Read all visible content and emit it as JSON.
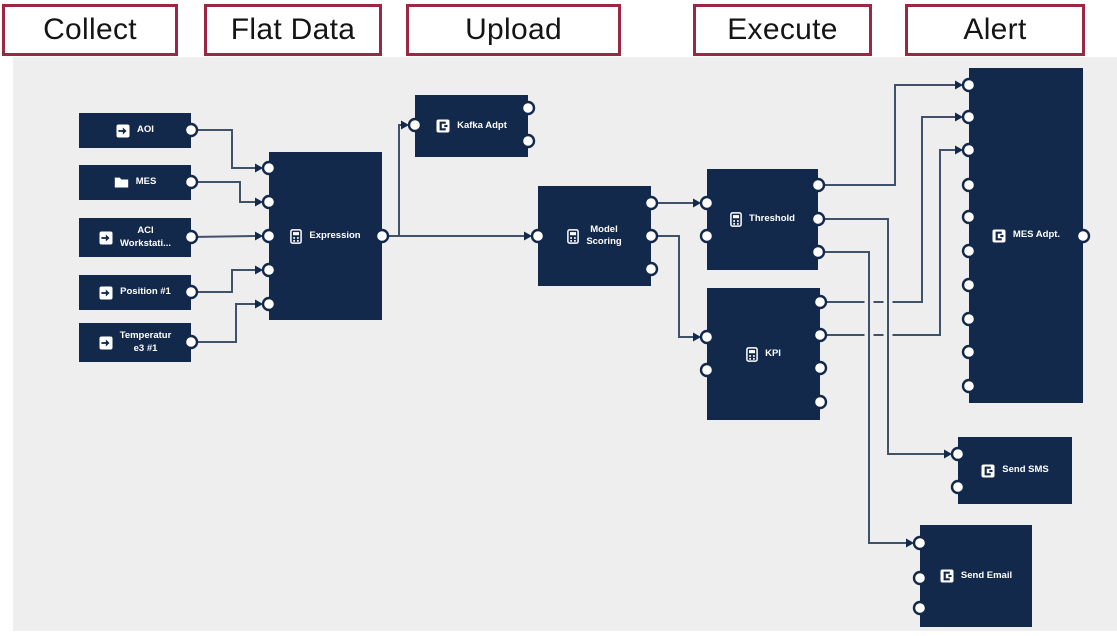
{
  "stages": [
    {
      "label": "Collect"
    },
    {
      "label": "Flat Data"
    },
    {
      "label": "Upload"
    },
    {
      "label": "Execute"
    },
    {
      "label": "Alert"
    }
  ],
  "nodes": [
    {
      "id": "aoi",
      "label": [
        "AOI"
      ],
      "icon": "input-icon"
    },
    {
      "id": "mes",
      "label": [
        "MES"
      ],
      "icon": "folder-icon"
    },
    {
      "id": "aci",
      "label": [
        "ACI",
        "Workstati..."
      ],
      "icon": "input-icon"
    },
    {
      "id": "position1",
      "label": [
        "Position #1"
      ],
      "icon": "input-icon"
    },
    {
      "id": "temperature3",
      "label": [
        "Temperatur",
        "e3 #1"
      ],
      "icon": "input-icon"
    },
    {
      "id": "expression",
      "label": [
        "Expression"
      ],
      "icon": "calculator-icon"
    },
    {
      "id": "kafka_adpt",
      "label": [
        "Kafka Adpt"
      ],
      "icon": "adapter-icon"
    },
    {
      "id": "model_scoring",
      "label": [
        "Model",
        "Scoring"
      ],
      "icon": "calculator-icon"
    },
    {
      "id": "threshold",
      "label": [
        "Threshold"
      ],
      "icon": "calculator-icon"
    },
    {
      "id": "kpi",
      "label": [
        "KPI"
      ],
      "icon": "calculator-icon"
    },
    {
      "id": "mes_adpt",
      "label": [
        "MES Adpt."
      ],
      "icon": "adapter-icon"
    },
    {
      "id": "send_sms",
      "label": [
        "Send SMS"
      ],
      "icon": "adapter-icon"
    },
    {
      "id": "send_email",
      "label": [
        "Send Email"
      ],
      "icon": "adapter-icon"
    }
  ],
  "connections": [
    {
      "from": "aoi",
      "from_port": 1,
      "to": "expression",
      "to_port": 1
    },
    {
      "from": "mes",
      "from_port": 1,
      "to": "expression",
      "to_port": 2
    },
    {
      "from": "aci",
      "from_port": 1,
      "to": "expression",
      "to_port": 3
    },
    {
      "from": "position1",
      "from_port": 1,
      "to": "expression",
      "to_port": 4
    },
    {
      "from": "temperature3",
      "from_port": 1,
      "to": "expression",
      "to_port": 5
    },
    {
      "from": "expression",
      "from_port": 1,
      "to": "kafka_adpt",
      "to_port": 1
    },
    {
      "from": "expression",
      "from_port": 1,
      "to": "model_scoring",
      "to_port": 1
    },
    {
      "from": "model_scoring",
      "from_port": 1,
      "to": "threshold",
      "to_port": 1
    },
    {
      "from": "model_scoring",
      "from_port": 2,
      "to": "kpi",
      "to_port": 1
    },
    {
      "from": "threshold",
      "from_port": 1,
      "to": "mes_adpt",
      "to_port": 1
    },
    {
      "from": "threshold",
      "from_port": 2,
      "to": "send_sms",
      "to_port": 1
    },
    {
      "from": "threshold",
      "from_port": 3,
      "to": "send_email",
      "to_port": 1
    },
    {
      "from": "kpi",
      "from_port": 1,
      "to": "mes_adpt",
      "to_port": 2
    },
    {
      "from": "kpi",
      "from_port": 2,
      "to": "mes_adpt",
      "to_port": 3
    }
  ],
  "colors": {
    "node": "#13294b",
    "wire": "#40516a",
    "canvas": "#efeeee",
    "header_border": "#9b2742",
    "port_fill": "#ffffff"
  }
}
